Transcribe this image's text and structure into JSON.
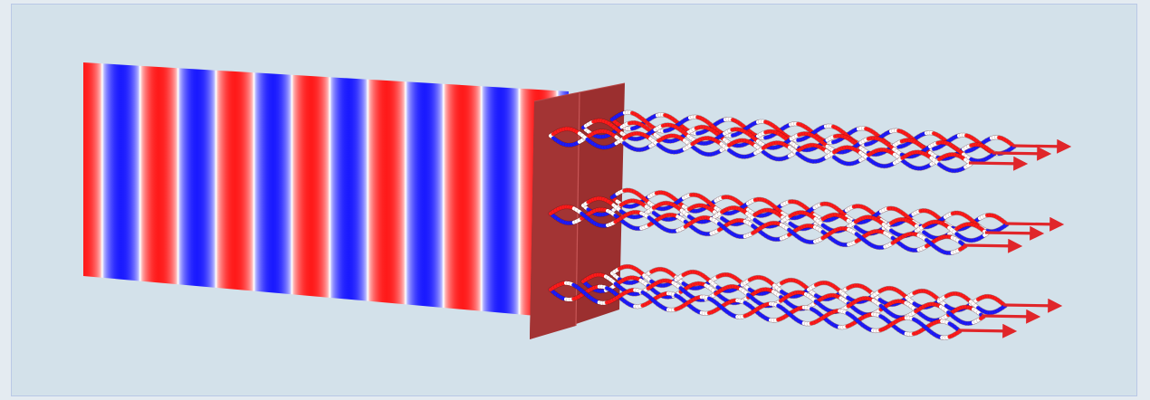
{
  "scene": {
    "colors": {
      "background": "#d3e1ea",
      "frame_border": "#b9c8e6",
      "wave_positive": "#ff1a1a",
      "wave_negative": "#1a1aff",
      "wave_neutral": "#ffffff",
      "port_plate": "#9b2f2f",
      "arrow": "#e0262a"
    },
    "field_slab": {
      "stripe_periods": 6.4
    },
    "port": {
      "panels": 2
    },
    "beam_groups": 3,
    "rays_per_group": 3,
    "strands_per_ray": 2,
    "wave_cycles": 6
  }
}
